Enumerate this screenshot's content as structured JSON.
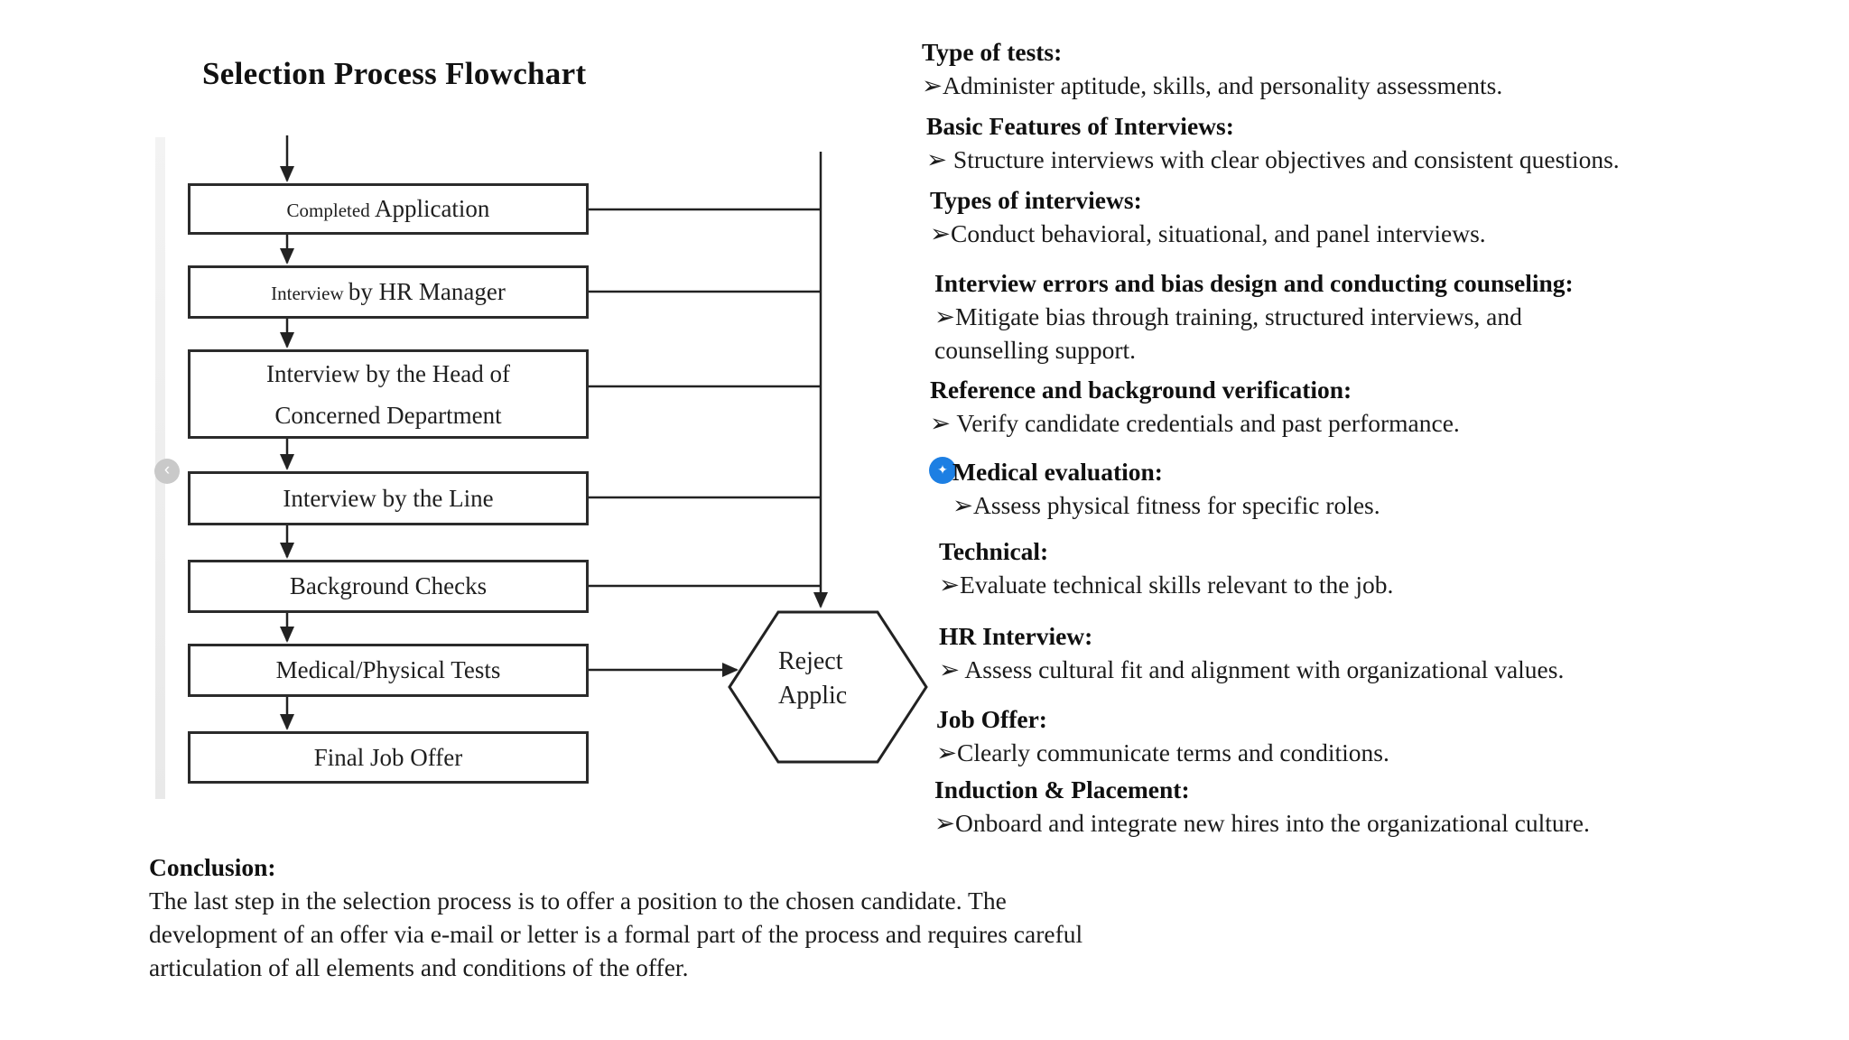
{
  "page": {
    "background": "#ffffff",
    "line_color": "#222222",
    "marker_color": "#1d7fe3"
  },
  "nav": {
    "back_chevron": "‹"
  },
  "marker": {
    "glyph": "✦"
  },
  "flowchart": {
    "title": "Selection Process Flowchart",
    "boxes": [
      {
        "prefix": "Completed",
        "text": "Application"
      },
      {
        "prefix": "Interview",
        "text": "by HR Manager"
      },
      {
        "prefix": "",
        "text": "Interview by the Head of",
        "text2": "Concerned Department"
      },
      {
        "prefix": "",
        "text": "Interview by the Line"
      },
      {
        "prefix": "",
        "text": "Background Checks"
      },
      {
        "prefix": "",
        "text": "Medical/Physical Tests"
      },
      {
        "prefix": "",
        "text": "Final Job Offer"
      }
    ],
    "reject": {
      "line1": "Reject",
      "line2": "Applic"
    }
  },
  "notes": {
    "sections": [
      {
        "heading": "Type of tests:",
        "lines": [
          "➢Administer aptitude, skills, and personality assessments."
        ]
      },
      {
        "heading": "Basic Features of Interviews:",
        "lines": [
          "➢ Structure interviews with clear objectives and consistent questions."
        ]
      },
      {
        "heading": "Types of interviews:",
        "lines": [
          "➢Conduct behavioral, situational, and panel interviews."
        ]
      },
      {
        "heading": "Interview errors and bias design and conducting counseling:",
        "lines": [
          "➢Mitigate bias through training, structured interviews, and",
          "counselling support."
        ]
      },
      {
        "heading": "Reference and background verification:",
        "lines": [
          "➢ Verify candidate credentials and past performance."
        ]
      },
      {
        "heading": "Medical evaluation:",
        "lines": [
          "➢Assess physical fitness for specific roles."
        ]
      },
      {
        "heading": "Technical:",
        "lines": [
          "➢Evaluate technical skills relevant to the job."
        ]
      },
      {
        "heading": "HR Interview:",
        "lines": [
          "➢ Assess cultural fit and alignment with organizational values."
        ]
      },
      {
        "heading": "Job Offer:",
        "lines": [
          "➢Clearly communicate terms and conditions."
        ]
      },
      {
        "heading": "Induction & Placement:",
        "lines": [
          "➢Onboard and integrate new hires into the organizational culture."
        ]
      }
    ]
  },
  "conclusion": {
    "heading": "Conclusion:",
    "lines": [
      "The last step in the selection process is to offer a position to the chosen candidate. The",
      "development of an offer via e-mail or letter is a formal part of the process and requires careful",
      "articulation of all elements and conditions of the offer."
    ]
  }
}
